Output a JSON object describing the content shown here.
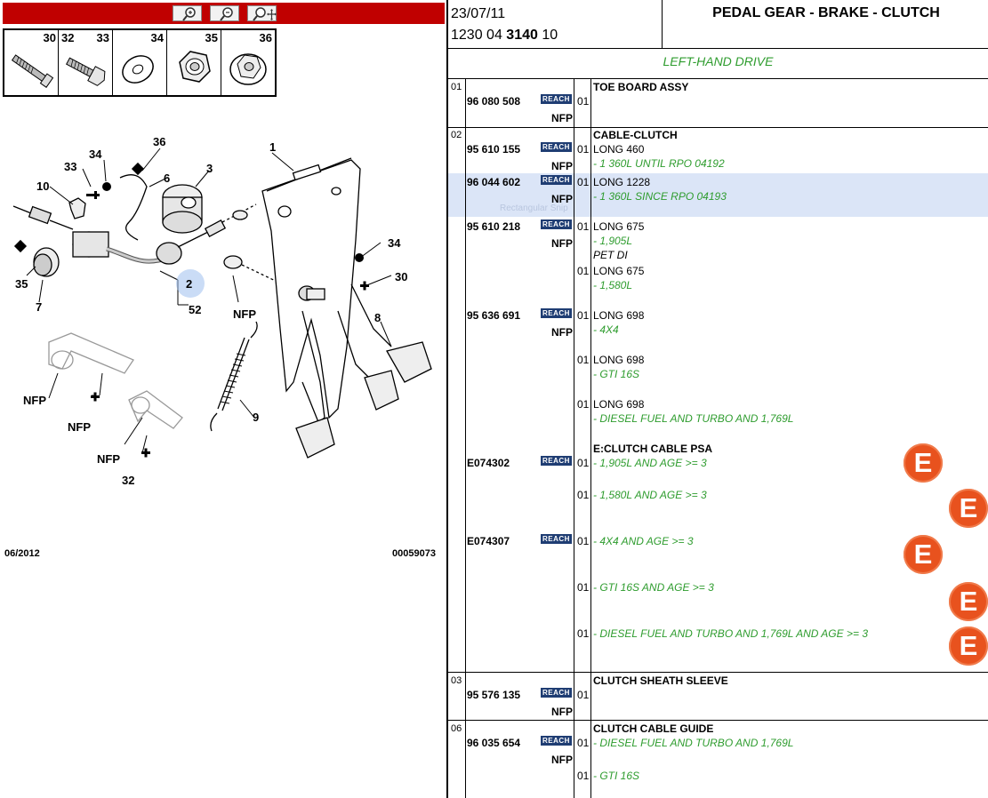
{
  "left": {
    "zoom": {
      "zoom_in": "zoom-in",
      "zoom_out": "zoom-out",
      "zoom_fit": "zoom-fit"
    },
    "hardware": [
      {
        "labels": [
          "30"
        ]
      },
      {
        "labels": [
          "32",
          "33"
        ]
      },
      {
        "labels": [
          "34"
        ]
      },
      {
        "labels": [
          "35"
        ]
      },
      {
        "labels": [
          "36"
        ]
      }
    ],
    "callouts": {
      "c1": "1",
      "c2": "2",
      "c3": "3",
      "c6": "6",
      "c7": "7",
      "c8": "8",
      "c9": "9",
      "c10": "10",
      "c30": "30",
      "c32": "32",
      "c33": "33",
      "c34a": "34",
      "c34b": "34",
      "c35": "35",
      "c36": "36",
      "c52": "52",
      "nfp1": "NFP",
      "nfp2": "NFP",
      "nfp3": "NFP",
      "nfp4": "NFP"
    },
    "footer_date": "06/2012",
    "footer_code": "00059073"
  },
  "header": {
    "date": "23/07/11",
    "ref_prefix": "1230 04",
    "ref_bold": "3140",
    "ref_suffix": "10",
    "title": "PEDAL GEAR - BRAKE - CLUTCH"
  },
  "drive": "LEFT-HAND DRIVE",
  "sections": [
    {
      "code": "01",
      "desc": "TOE BOARD ASSY",
      "part": "96 080 508",
      "reach": "REACH",
      "qty": "01",
      "nfp": "NFP"
    },
    {
      "code": "02",
      "desc": "CABLE-CLUTCH",
      "rows": [
        {
          "part": "95 610 155",
          "reach": "REACH",
          "nfp": "NFP",
          "qty": "01",
          "text": "LONG 460",
          "note": "- 1 360L UNTIL RPO 04192"
        },
        {
          "part": "96 044 602",
          "reach": "REACH",
          "nfp": "NFP",
          "qty": "01",
          "text": "LONG 1228",
          "note": "- 1 360L SINCE RPO 04193"
        },
        {
          "part": "95 610 218",
          "reach": "REACH",
          "nfp": "NFP",
          "qty": "01",
          "text": "LONG 675",
          "note": "- 1,905L",
          "note2": "PET DI",
          "qty2": "01",
          "text2": "LONG 675",
          "note3": "- 1,580L"
        },
        {
          "part": "95 636 691",
          "reach": "REACH",
          "nfp": "NFP",
          "lines": [
            {
              "qty": "01",
              "text": "LONG 698",
              "note": "- 4X4"
            },
            {
              "qty": "01",
              "text": "LONG 698",
              "note": "- GTI 16S"
            },
            {
              "qty": "01",
              "text": "LONG 698",
              "note": "- DIESEL FUEL AND TURBO AND 1,769L"
            }
          ]
        },
        {
          "group": "E:CLUTCH CABLE PSA"
        },
        {
          "part": "E074302",
          "reach": "REACH",
          "lines": [
            {
              "qty": "01",
              "note": "- 1,905L AND AGE >= 3"
            },
            {
              "qty": "01",
              "note": "- 1,580L AND AGE >= 3"
            }
          ]
        },
        {
          "part": "E074307",
          "reach": "REACH",
          "lines": [
            {
              "qty": "01",
              "note": "- 4X4 AND AGE >= 3"
            },
            {
              "qty": "01",
              "note": "- GTI 16S AND AGE >= 3"
            },
            {
              "qty": "01",
              "note": "- DIESEL FUEL AND TURBO AND 1,769L AND AGE >= 3"
            }
          ]
        }
      ]
    },
    {
      "code": "03",
      "desc": "CLUTCH SHEATH SLEEVE",
      "part": "95 576 135",
      "reach": "REACH",
      "qty": "01",
      "nfp": "NFP"
    },
    {
      "code": "06",
      "desc": "CLUTCH CABLE GUIDE",
      "part": "96 035 654",
      "reach": "REACH",
      "nfp": "NFP",
      "lines": [
        {
          "qty": "01",
          "note": "- DIESEL FUEL AND TURBO AND 1,769L"
        },
        {
          "qty": "01",
          "note": "- GTI 16S"
        }
      ]
    }
  ],
  "e_badge": "E",
  "ghost_tooltip": "Rectangular Snip",
  "colors": {
    "zoom_bar": "#c00000",
    "note_green": "#2e9c2e",
    "reach_blue": "#1f3d73",
    "e_orange": "#e8521e",
    "highlight": "#dbe5f7"
  }
}
